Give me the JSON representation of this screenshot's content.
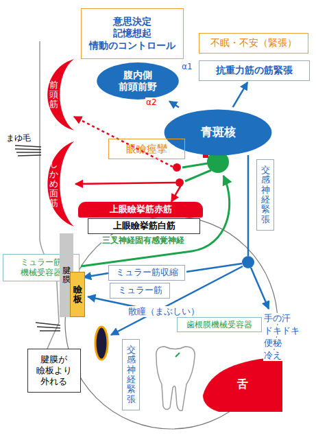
{
  "diagram": {
    "nodes": [
      {
        "text": [
          "意思決定",
          "記憶想起",
          "情動のコントロール"
        ]
      },
      {
        "text": [
          "不眠・不安（緊張）"
        ]
      },
      {
        "text": [
          "腹内側 前頭前野"
        ]
      },
      {
        "text": [
          "抗重力筋の筋緊張"
        ]
      },
      {
        "text": [
          "前頭筋"
        ]
      },
      {
        "text": [
          "青斑核"
        ]
      },
      {
        "text": [
          "眼瞼痙攣"
        ]
      },
      {
        "text": [
          "しかめ面筋"
        ]
      },
      {
        "text": [
          "上眼瞼挙筋赤筋"
        ]
      },
      {
        "text": [
          "上眼瞼挙筋白筋"
        ]
      },
      {
        "text": [
          "交感神経緊張"
        ]
      },
      {
        "text": [
          "ミュラー筋 機械受容器"
        ]
      },
      {
        "text": [
          "ミュラー筋収縮"
        ]
      },
      {
        "text": [
          "ミュラー筋"
        ]
      },
      {
        "text": [
          "腱膜"
        ]
      },
      {
        "text": [
          "瞼板"
        ]
      },
      {
        "text": [
          "歯根膜機械受容器"
        ]
      },
      {
        "text": [
          "交感神経緊張"
        ]
      },
      {
        "text": [
          "舌"
        ]
      },
      {
        "text": [
          "腱膜が 瞼板より 外れる"
        ]
      }
    ],
    "edges": [
      {
        "from": 5,
        "to": 2,
        "arrow": "to"
      },
      {
        "from": 5,
        "to": 3,
        "arrow": "to"
      },
      {
        "from": 16,
        "to": 15,
        "arrow": "to"
      }
    ],
    "labels": [
      "α1",
      "α2",
      "まゆ毛",
      "三叉神経固有感覚神経",
      "散瞳（まぶしい）",
      "手の汗",
      "ドキドキ",
      "便秘",
      "冷え"
    ]
  }
}
